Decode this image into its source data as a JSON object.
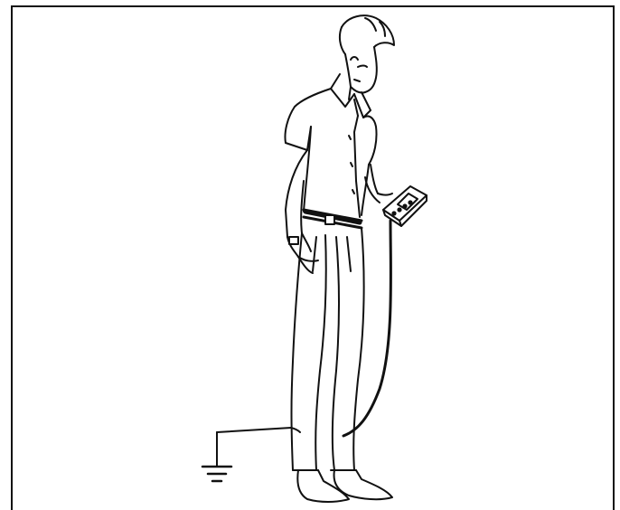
{
  "figure": {
    "subject": "person-holding-meter",
    "elements": [
      "man",
      "handheld-meter",
      "test-lead",
      "ground-symbol"
    ],
    "stroke_color": "#111111",
    "background_color": "#ffffff"
  }
}
